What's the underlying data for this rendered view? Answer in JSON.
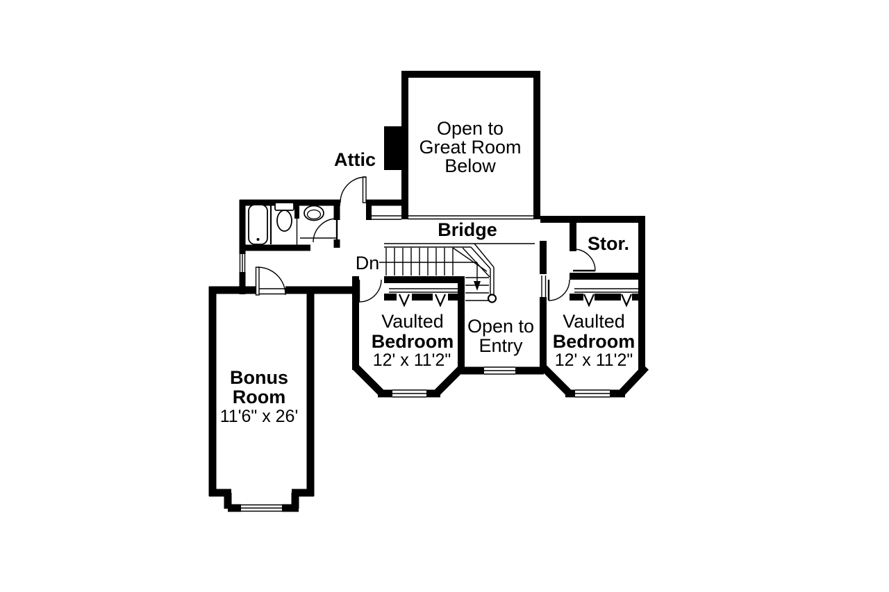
{
  "plan": {
    "colors": {
      "walls": "#000000",
      "background": "#ffffff",
      "lines": "#000000"
    },
    "rooms": {
      "great_room_open": {
        "lines": [
          "Open to",
          "Great Room",
          "Below"
        ]
      },
      "attic": {
        "label": "Attic"
      },
      "bridge": {
        "label": "Bridge"
      },
      "storage": {
        "label": "Stor."
      },
      "stairs": {
        "down_label": "Dn"
      },
      "bedroom_left": {
        "prefix": "Vaulted",
        "name": "Bedroom",
        "dims": "12' x 11'2\""
      },
      "bedroom_right": {
        "prefix": "Vaulted",
        "name": "Bedroom",
        "dims": "12' x 11'2\""
      },
      "open_to_entry": {
        "lines": [
          "Open to",
          "Entry"
        ]
      },
      "bonus_room": {
        "lines": [
          "Bonus",
          "Room"
        ],
        "dims": "11'6\" x 26'"
      }
    }
  }
}
